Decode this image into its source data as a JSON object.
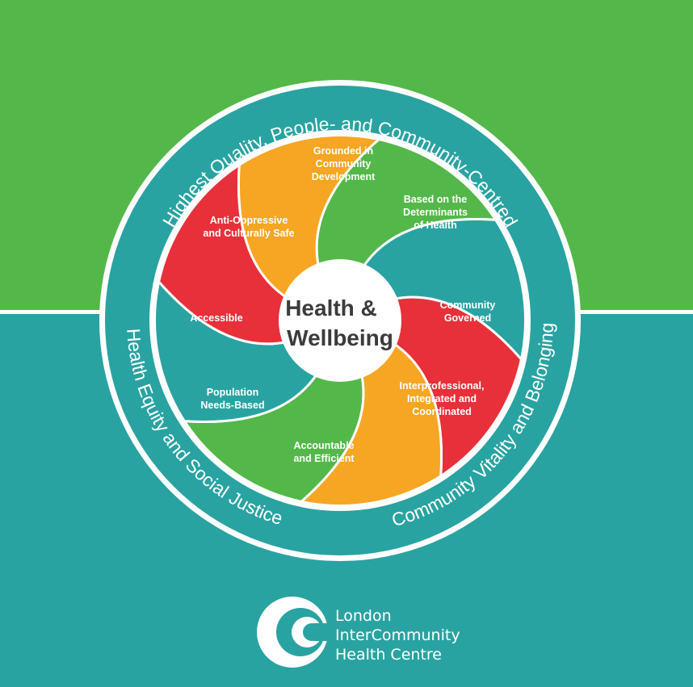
{
  "colors": {
    "green": "#53b849",
    "teal": "#29a3a1",
    "red": "#e8303a",
    "orange": "#f6a623",
    "dark": "#2a2a2a"
  },
  "center": {
    "line1": "Health &",
    "line2": "Wellbeing"
  },
  "segments": [
    {
      "lines": [
        "Grounded in",
        "Community",
        "Development"
      ],
      "color": "green"
    },
    {
      "lines": [
        "Based on the",
        "Determinants",
        "of Health"
      ],
      "color": "teal"
    },
    {
      "lines": [
        "Community",
        "Governed"
      ],
      "color": "red"
    },
    {
      "lines": [
        "Interprofessional,",
        "Integrated and",
        "Coordinated"
      ],
      "color": "orange"
    },
    {
      "lines": [
        "Accountable",
        "and Efficient"
      ],
      "color": "green"
    },
    {
      "lines": [
        "Population",
        "Needs-Based"
      ],
      "color": "teal"
    },
    {
      "lines": [
        "Accessible"
      ],
      "color": "red"
    },
    {
      "lines": [
        "Anti-Oppressive",
        "and Culturally Safe"
      ],
      "color": "orange"
    }
  ],
  "ring": {
    "top": "Highest Quality, People- and Community-Centred",
    "left": "Health Equity and Social Justice",
    "right": "Community Vitality and Belonging"
  },
  "logo": {
    "icon": "swirl-logo-icon",
    "line1": "London",
    "line2": "InterCommunity",
    "line3": "Health Centre"
  }
}
